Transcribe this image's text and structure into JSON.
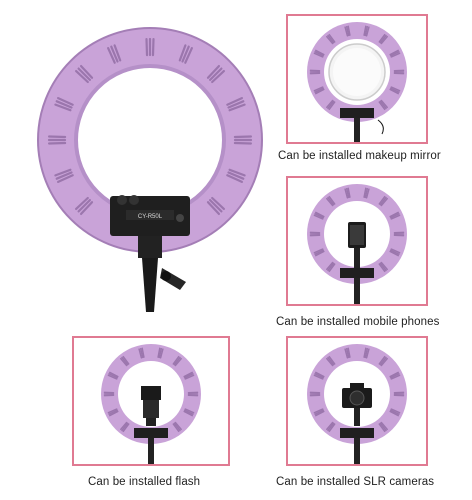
{
  "product": {
    "model_label": "CY-R50L",
    "color_ring": "#c9a3d8",
    "color_ring_dark": "#a47eb6",
    "color_ring_light": "#e4cdf0",
    "color_panel": "#1f1f1f",
    "color_frame": "#e07a92"
  },
  "panels": [
    {
      "caption": "Can be installed makeup mirror",
      "accessory": "mirror"
    },
    {
      "caption": "Can be installed mobile phones",
      "accessory": "phone"
    },
    {
      "caption": "Can be installed flash",
      "accessory": "flash"
    },
    {
      "caption": "Can be installed SLR cameras",
      "accessory": "camera"
    }
  ]
}
